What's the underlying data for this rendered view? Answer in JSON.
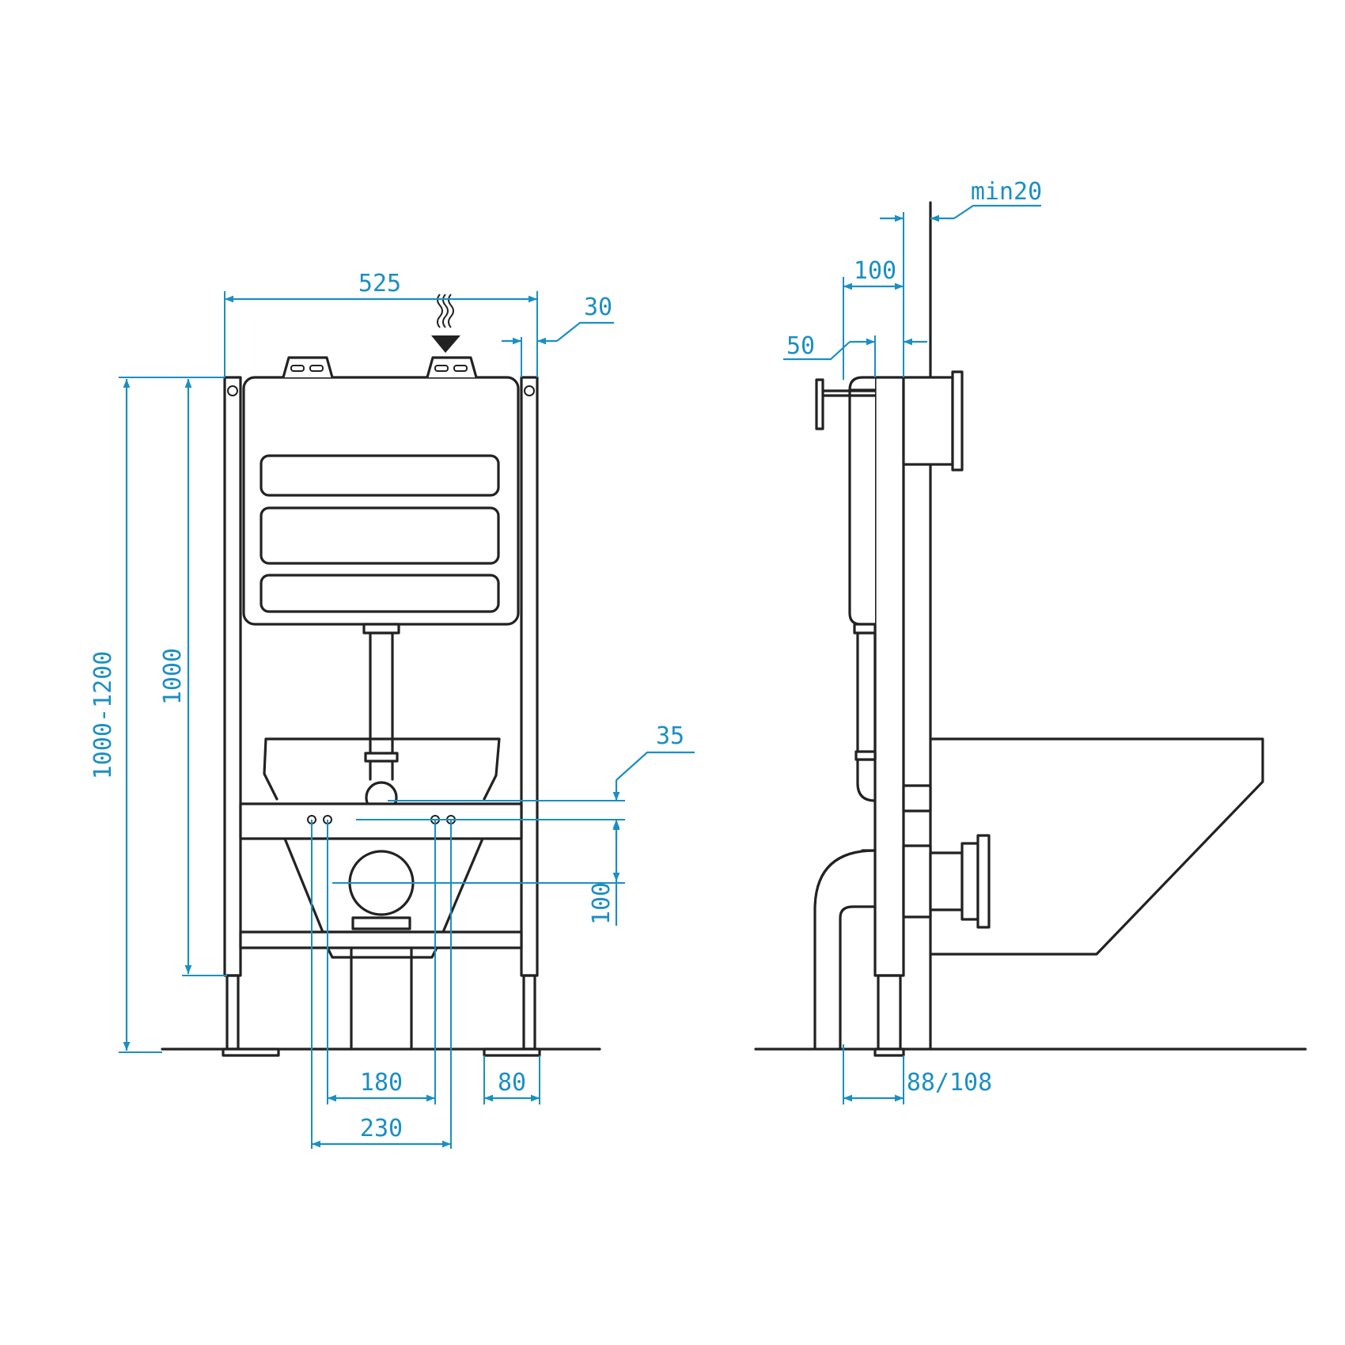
{
  "colors": {
    "line": "#222222",
    "dimension": "#1b8fc2",
    "background": "#ffffff"
  },
  "icons": {
    "water_inlet": "water-inlet-arrow-icon"
  },
  "dimensions": {
    "width": "525",
    "profile": "30",
    "total_height": "1000-1200",
    "frame_height": "1000",
    "bolt_spacing_inner": "180",
    "bolt_spacing_outer": "230",
    "foot_width": "80",
    "pipe_offset": "35",
    "drain_height": "100",
    "wall_gap": "min20",
    "depth": "100",
    "front_offset": "50",
    "pipe_depth": "88/108"
  }
}
